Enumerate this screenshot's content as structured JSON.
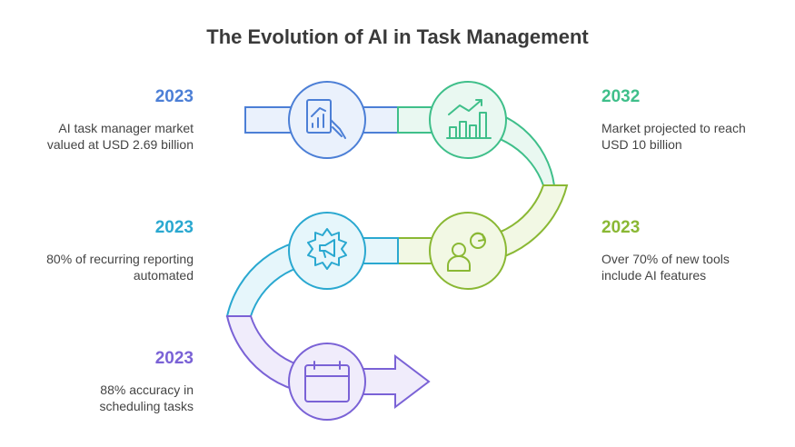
{
  "title": "The Evolution of AI in Task Management",
  "milestones": [
    {
      "year": "2023",
      "description": "AI task manager market valued at USD 2.69 billion",
      "color": "#4c7fd6",
      "icon": "report-chart-icon"
    },
    {
      "year": "2032",
      "description": "Market projected to reach USD 10 billion",
      "color": "#3fbf8a",
      "icon": "bar-chart-growth-icon"
    },
    {
      "year": "2023",
      "description": "Over 70% of new tools include AI features",
      "color": "#8ab834",
      "icon": "person-ai-icon"
    },
    {
      "year": "2023",
      "description": "80% of recurring reporting automated",
      "color": "#2aa8d0",
      "icon": "automation-gear-icon"
    },
    {
      "year": "2023",
      "description": "88% accuracy in scheduling tasks",
      "color": "#7a62d6",
      "icon": "calendar-icon"
    }
  ]
}
